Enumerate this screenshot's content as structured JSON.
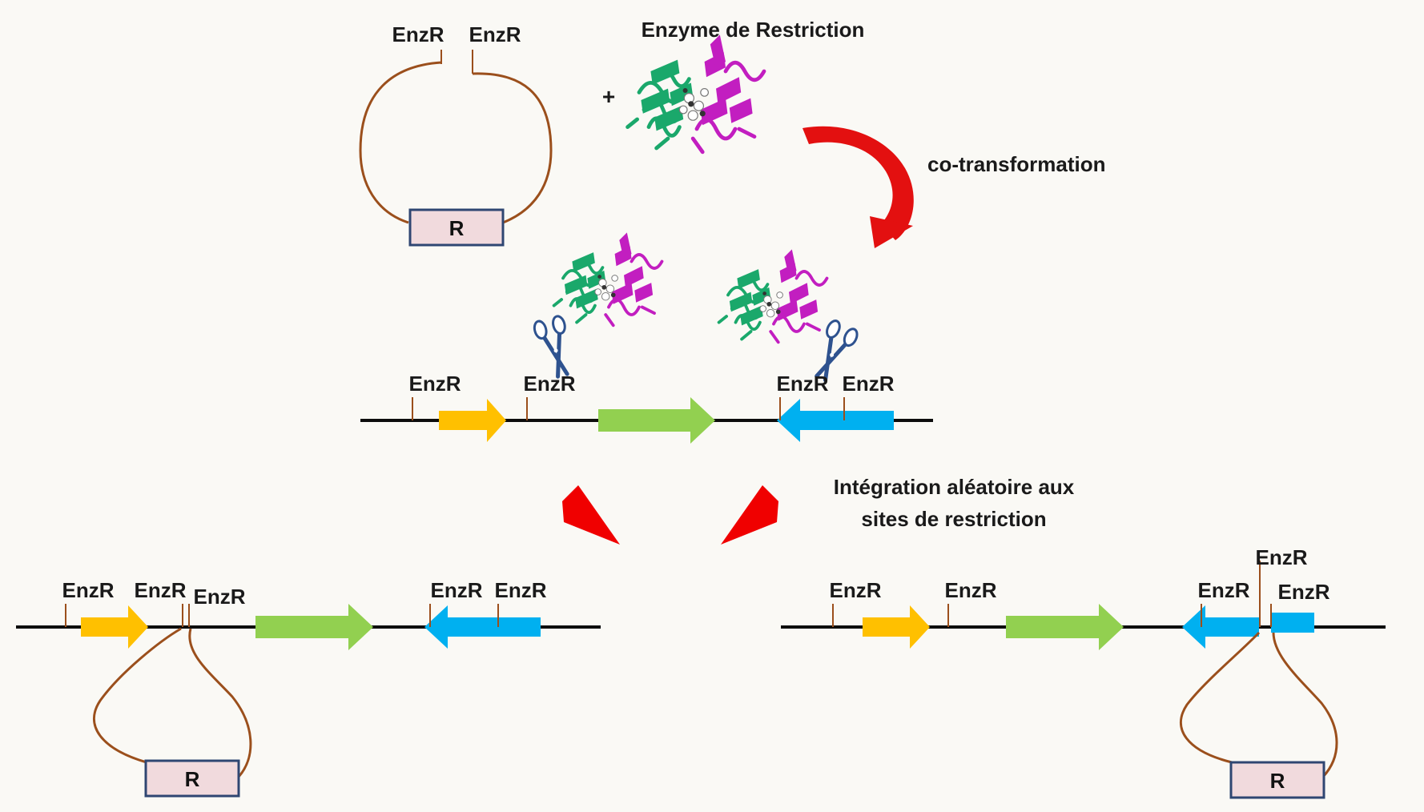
{
  "site_label": "EnzR",
  "marker_label": "R",
  "plus_sign": "+",
  "enzyme_title": "Enzyme de Restriction",
  "process_label": "co-transformation",
  "integration_line1": "Intégration aléatoire aux",
  "integration_line2": "sites de restriction",
  "colors": {
    "background": "#faf9f5",
    "plasmid": "#9b4f1c",
    "marker_fill": "#f1dadd",
    "marker_border": "#2f4672",
    "dna": "#0d0d0d",
    "gene_yellow": "#ffc000",
    "gene_green": "#92d050",
    "gene_blue": "#00b0f0",
    "curved_arrow": "#e31010",
    "down_arrows": "#f00000",
    "scissors": "#2e528f",
    "enzyme_green": "#1aa86b",
    "enzyme_magenta": "#c21ec0"
  }
}
